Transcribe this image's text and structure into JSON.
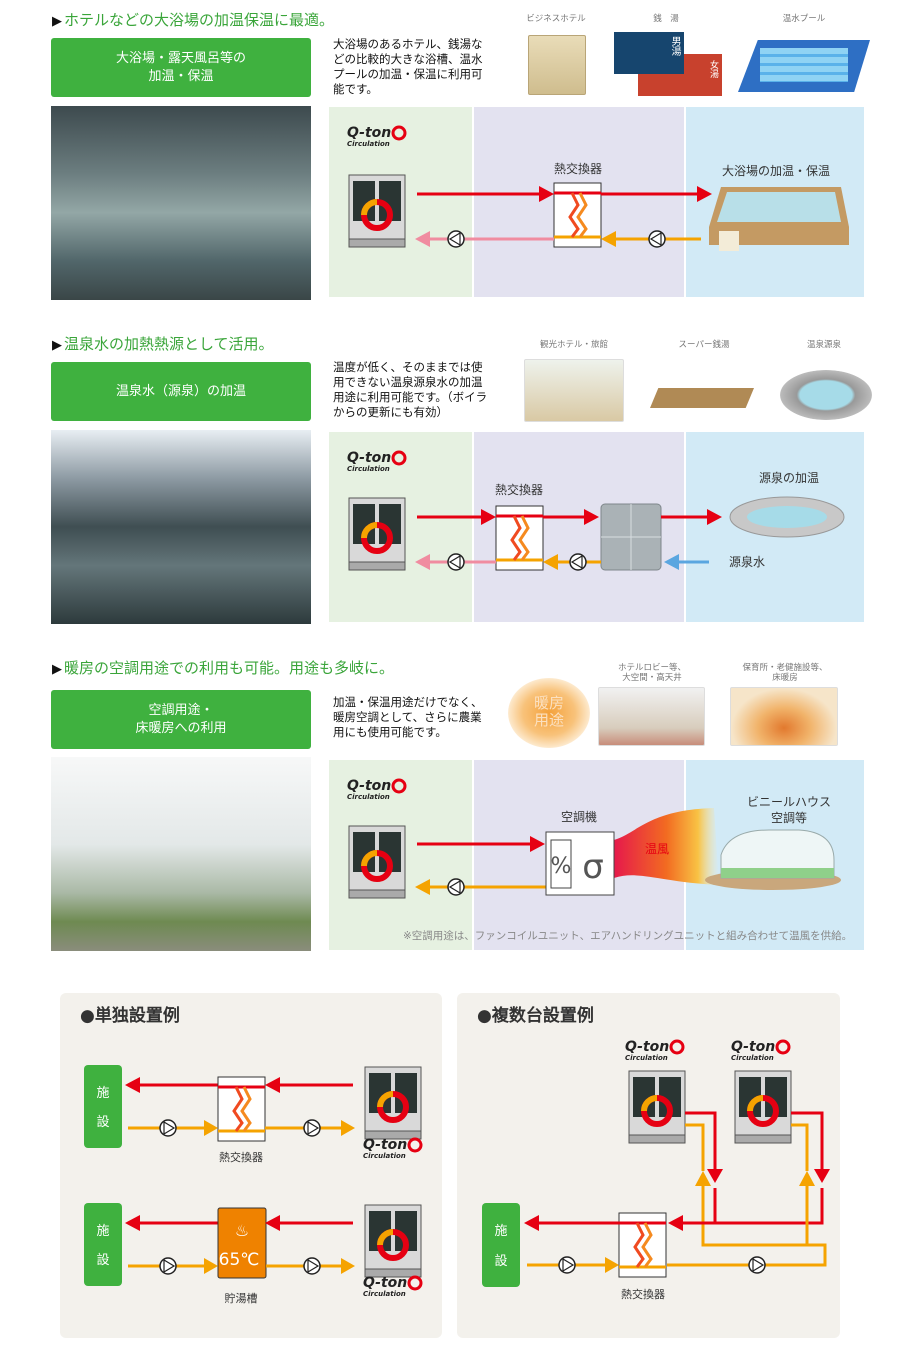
{
  "sections": [
    {
      "heading": "ホテルなどの大浴場の加温保温に最適。",
      "box": [
        "大浴場・露天風呂等の",
        "加温・保温"
      ],
      "desc": "大浴場のあるホテル、銭湯などの比較的大きな浴槽、温水プールの加温・保温に利用可能です。",
      "examples": [
        "ビジネスホテル",
        "銭　湯",
        "温水プール"
      ],
      "sento_signs": [
        "男湯",
        "女湯"
      ],
      "diagram": {
        "hx": "熱交換器",
        "target": "大浴場の加温・保温"
      }
    },
    {
      "heading": "温泉水の加熱熱源として活用。",
      "box": [
        "温泉水（源泉）の加温"
      ],
      "desc": "温度が低く、そのままでは使用できない温泉源泉水の加温用途に利用可能です。（ボイラからの更新にも有効）",
      "examples": [
        "観光ホテル・旅館",
        "スーパー銭湯",
        "温泉源泉"
      ],
      "diagram": {
        "hx": "熱交換器",
        "target": "源泉の加温",
        "source": "源泉水"
      }
    },
    {
      "heading": "暖房の空調用途での利用も可能。用途も多岐に。",
      "box": [
        "空調用途・",
        "床暖房への利用"
      ],
      "desc": "加温・保温用途だけでなく、暖房空調として、さらに農業用にも使用可能です。",
      "badge": [
        "暖房",
        "用途"
      ],
      "examples": [
        "ホテルロビー等、",
        "大空間・高天井",
        "保育所・老健施設等、",
        "床暖房"
      ],
      "diagram": {
        "ac": "空調機",
        "air": "温風",
        "target": [
          "ビニールハウス",
          "空調等"
        ],
        "note": "※空調用途は、ファンコイルユニット、エアハンドリングユニットと組み合わせて温風を供給。"
      }
    }
  ],
  "logo": {
    "main": "Q-ton",
    "sub": "Circulation"
  },
  "bottom": {
    "single": {
      "title": "●単独設置例",
      "facility": [
        "施",
        "設"
      ],
      "hx": "熱交換器",
      "tank": "貯湯槽",
      "temp": "65℃"
    },
    "multi": {
      "title": "●複数台設置例",
      "facility": [
        "施",
        "設"
      ],
      "hx": "熱交換器"
    }
  },
  "colors": {
    "green": "#3fb13f",
    "red": "#e60012",
    "orange": "#f5a300",
    "pink": "#f08ca0"
  }
}
